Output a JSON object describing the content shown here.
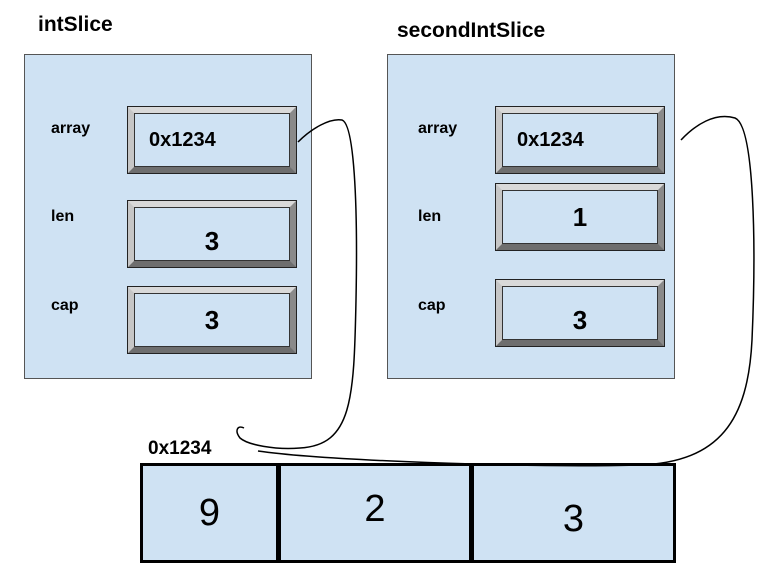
{
  "slices": [
    {
      "name": "intSlice",
      "fields": [
        {
          "label": "array",
          "value": "0x1234"
        },
        {
          "label": "len",
          "value": "3"
        },
        {
          "label": "cap",
          "value": "3"
        }
      ]
    },
    {
      "name": "secondIntSlice",
      "fields": [
        {
          "label": "array",
          "value": "0x1234"
        },
        {
          "label": "len",
          "value": "1"
        },
        {
          "label": "cap",
          "value": "3"
        }
      ]
    }
  ],
  "memory": {
    "address": "0x1234",
    "cells": [
      "9",
      "2",
      "3"
    ]
  },
  "colors": {
    "box_fill": "#cfe2f3",
    "line": "#000000"
  }
}
